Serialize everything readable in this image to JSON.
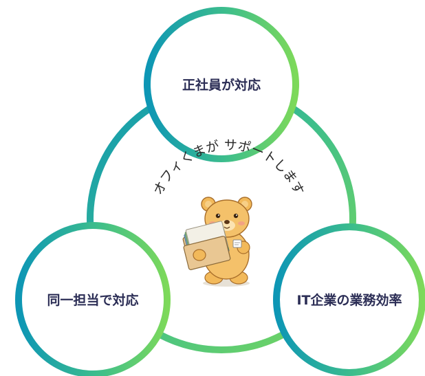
{
  "center": {
    "caption": "オフィくまが サポートします",
    "mascot": "bear-holding-documents-icon"
  },
  "nodes": [
    {
      "id": "top",
      "label": "正社員が対応"
    },
    {
      "id": "left",
      "label": "同一担当で対応"
    },
    {
      "id": "right",
      "label": "IT企業の業務効率"
    }
  ],
  "colors": {
    "ring_start": "#0d96b5",
    "ring_end": "#7dd95a",
    "label": "#2b2d55"
  }
}
